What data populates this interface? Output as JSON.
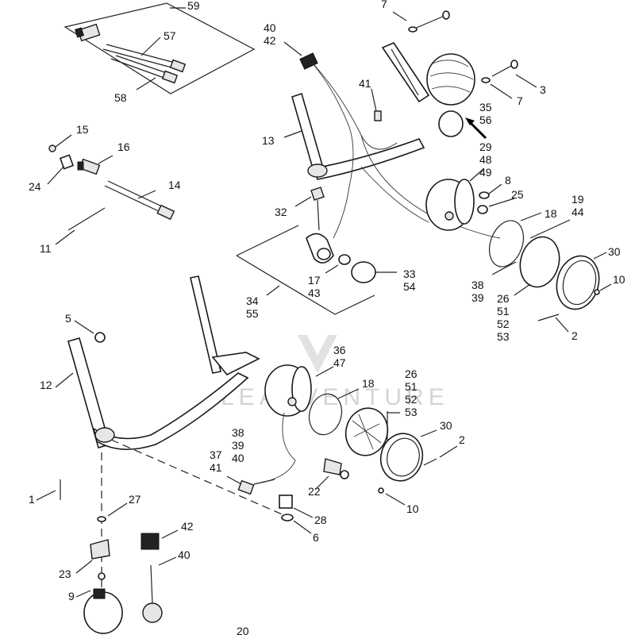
{
  "watermark": {
    "text": "LEADVENTURE"
  },
  "callouts": [
    {
      "lines": [
        "59"
      ]
    },
    {
      "lines": [
        "57"
      ]
    },
    {
      "lines": [
        "58"
      ]
    },
    {
      "lines": [
        "40",
        "42"
      ]
    },
    {
      "lines": [
        "7"
      ]
    },
    {
      "lines": [
        "41"
      ]
    },
    {
      "lines": [
        "3"
      ]
    },
    {
      "lines": [
        "7"
      ]
    },
    {
      "lines": [
        "35",
        "56"
      ]
    },
    {
      "lines": [
        "13"
      ]
    },
    {
      "lines": [
        "15"
      ]
    },
    {
      "lines": [
        "16"
      ]
    },
    {
      "lines": [
        "24"
      ]
    },
    {
      "lines": [
        "14"
      ]
    },
    {
      "lines": [
        "11"
      ]
    },
    {
      "lines": [
        "29",
        "48",
        "49"
      ]
    },
    {
      "lines": [
        "8"
      ]
    },
    {
      "lines": [
        "25"
      ]
    },
    {
      "lines": [
        "19",
        "44"
      ]
    },
    {
      "lines": [
        "18"
      ]
    },
    {
      "lines": [
        "32"
      ]
    },
    {
      "lines": [
        "30"
      ]
    },
    {
      "lines": [
        "10"
      ]
    },
    {
      "lines": [
        "17",
        "43"
      ]
    },
    {
      "lines": [
        "33",
        "54"
      ]
    },
    {
      "lines": [
        "38",
        "39"
      ]
    },
    {
      "lines": [
        "26",
        "51",
        "52",
        "53"
      ]
    },
    {
      "lines": [
        "2"
      ]
    },
    {
      "lines": [
        "34",
        "55"
      ]
    },
    {
      "lines": [
        "5"
      ]
    },
    {
      "lines": [
        "36",
        "47"
      ]
    },
    {
      "lines": [
        "12"
      ]
    },
    {
      "lines": [
        "18"
      ]
    },
    {
      "lines": [
        "26",
        "51",
        "52",
        "53"
      ]
    },
    {
      "lines": [
        "30"
      ]
    },
    {
      "lines": [
        "38",
        "39",
        "40"
      ]
    },
    {
      "lines": [
        "2"
      ]
    },
    {
      "lines": [
        "37",
        "41"
      ]
    },
    {
      "lines": [
        "22"
      ]
    },
    {
      "lines": [
        "10"
      ]
    },
    {
      "lines": [
        "1"
      ]
    },
    {
      "lines": [
        "27"
      ]
    },
    {
      "lines": [
        "28"
      ]
    },
    {
      "lines": [
        "6"
      ]
    },
    {
      "lines": [
        "42"
      ]
    },
    {
      "lines": [
        "23"
      ]
    },
    {
      "lines": [
        "40"
      ]
    },
    {
      "lines": [
        "9"
      ]
    },
    {
      "lines": [
        "20"
      ]
    }
  ]
}
